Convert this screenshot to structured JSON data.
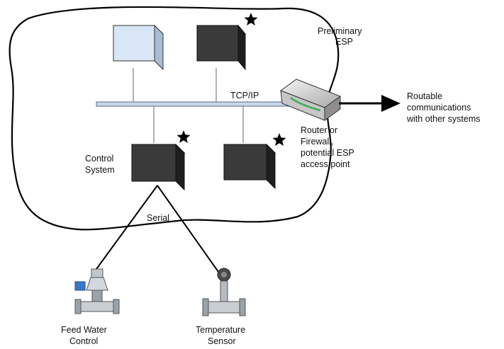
{
  "labels": {
    "zone_title_1": "Preliminary",
    "zone_title_2": "ESP",
    "network": "TCP/IP",
    "external_1": "Routable",
    "external_2": "communications",
    "external_3": "with other systems",
    "router_1": "Router or",
    "router_2": "Firewall,",
    "router_3": "potential ESP",
    "router_4": "access point",
    "control_1": "Control",
    "control_2": "System",
    "serial": "Serial",
    "feed_1": "Feed Water",
    "feed_2": "Control",
    "temp_1": "Temperature",
    "temp_2": "Sensor"
  },
  "colors": {
    "boundary": "#000000",
    "server_dark": "#3a3a3a",
    "server_light": "#d8e6f5",
    "bus": "#c9d6e8",
    "star": "#000000"
  },
  "icons": [
    "server-icon",
    "router-icon",
    "star-icon",
    "valve-icon",
    "sensor-icon"
  ]
}
